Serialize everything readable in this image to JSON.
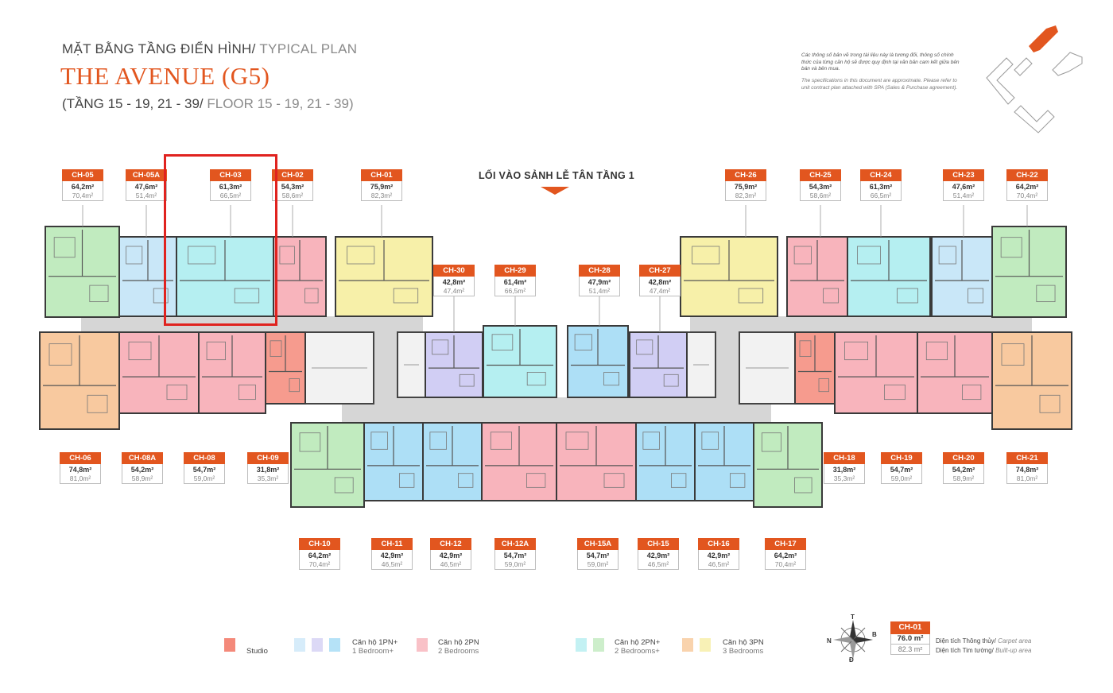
{
  "header": {
    "subtitle_vi": "MẶT BẰNG TẦNG ĐIỂN HÌNH/",
    "subtitle_en": " TYPICAL PLAN",
    "title": "THE AVENUE (G5)",
    "floors_vi": "(TẦNG 15 - 19, 21 - 39/",
    "floors_en": " FLOOR 15 - 19, 21 - 39)"
  },
  "disclaimer": {
    "vi": "Các thông số bản vẽ trong tài liệu này là tương đối, thông số chính thức của từng căn hộ sẽ được quy định tại văn bản cam kết giữa bên bán và bên mua.",
    "en": "The specifications in this document are approximate. Please refer to unit contract plan attached with SPA (Sales & Purchase agreement)."
  },
  "entrance": "LỐI VÀO SẢNH LỄ TÂN TẦNG 1",
  "colors": {
    "accent": "#e2561f",
    "highlight": "#e0231f",
    "studio": "#f4897a",
    "one_bed": "#bfe3f7",
    "one_bed_alt": "#c9c6f2",
    "one_bed_alt2": "#9fd9f4",
    "two_bed": "#f7a7b0",
    "two_bed_plus": "#a8ecef",
    "two_bed_plus_alt": "#b6e8b4",
    "three_bed": "#f7c08e",
    "three_bed_alt": "#f6ed9a",
    "corridor": "#d6d6d6"
  },
  "units": [
    {
      "code": "CH-05",
      "carpet": "64,2m²",
      "built": "70,4m²",
      "type": "two_bed_plus_alt"
    },
    {
      "code": "CH-05A",
      "carpet": "47,6m²",
      "built": "51,4m²",
      "type": "one_bed"
    },
    {
      "code": "CH-03",
      "carpet": "61,3m²",
      "built": "66,5m²",
      "type": "two_bed_plus"
    },
    {
      "code": "CH-02",
      "carpet": "54,3m²",
      "built": "58,6m²",
      "type": "two_bed"
    },
    {
      "code": "CH-01",
      "carpet": "75,9m²",
      "built": "82,3m²",
      "type": "three_bed_alt"
    },
    {
      "code": "CH-26",
      "carpet": "75,9m²",
      "built": "82,3m²",
      "type": "three_bed_alt"
    },
    {
      "code": "CH-25",
      "carpet": "54,3m²",
      "built": "58,6m²",
      "type": "two_bed"
    },
    {
      "code": "CH-24",
      "carpet": "61,3m²",
      "built": "66,5m²",
      "type": "two_bed_plus"
    },
    {
      "code": "CH-23",
      "carpet": "47,6m²",
      "built": "51,4m²",
      "type": "one_bed"
    },
    {
      "code": "CH-22",
      "carpet": "64,2m²",
      "built": "70,4m²",
      "type": "two_bed_plus_alt"
    },
    {
      "code": "CH-30",
      "carpet": "42,8m²",
      "built": "47,4m²",
      "type": "one_bed_alt"
    },
    {
      "code": "CH-29",
      "carpet": "61,4m²",
      "built": "66,5m²",
      "type": "two_bed_plus"
    },
    {
      "code": "CH-28",
      "carpet": "47,9m²",
      "built": "51,4m²",
      "type": "one_bed_alt2"
    },
    {
      "code": "CH-27",
      "carpet": "42,8m²",
      "built": "47,4m²",
      "type": "one_bed_alt"
    },
    {
      "code": "CH-06",
      "carpet": "74,8m²",
      "built": "81,0m²",
      "type": "three_bed"
    },
    {
      "code": "CH-08A",
      "carpet": "54,2m²",
      "built": "58,9m²",
      "type": "two_bed"
    },
    {
      "code": "CH-08",
      "carpet": "54,7m²",
      "built": "59,0m²",
      "type": "two_bed"
    },
    {
      "code": "CH-09",
      "carpet": "31,8m²",
      "built": "35,3m²",
      "type": "studio"
    },
    {
      "code": "CH-18",
      "carpet": "31,8m²",
      "built": "35,3m²",
      "type": "studio"
    },
    {
      "code": "CH-19",
      "carpet": "54,7m²",
      "built": "59,0m²",
      "type": "two_bed"
    },
    {
      "code": "CH-20",
      "carpet": "54,2m²",
      "built": "58,9m²",
      "type": "two_bed"
    },
    {
      "code": "CH-21",
      "carpet": "74,8m²",
      "built": "81,0m²",
      "type": "three_bed"
    },
    {
      "code": "CH-10",
      "carpet": "64,2m²",
      "built": "70,4m²",
      "type": "two_bed_plus_alt"
    },
    {
      "code": "CH-11",
      "carpet": "42,9m²",
      "built": "46,5m²",
      "type": "one_bed_alt2"
    },
    {
      "code": "CH-12",
      "carpet": "42,9m²",
      "built": "46,5m²",
      "type": "one_bed_alt2"
    },
    {
      "code": "CH-12A",
      "carpet": "54,7m²",
      "built": "59,0m²",
      "type": "two_bed"
    },
    {
      "code": "CH-15A",
      "carpet": "54,7m²",
      "built": "59,0m²",
      "type": "two_bed"
    },
    {
      "code": "CH-15",
      "carpet": "42,9m²",
      "built": "46,5m²",
      "type": "one_bed_alt2"
    },
    {
      "code": "CH-16",
      "carpet": "42,9m²",
      "built": "46,5m²",
      "type": "one_bed_alt2"
    },
    {
      "code": "CH-17",
      "carpet": "64,2m²",
      "built": "70,4m²",
      "type": "two_bed_plus_alt"
    }
  ],
  "legend": {
    "studio": "Studio",
    "one_bed_vi": "Căn hộ 1PN+",
    "one_bed_en": "1 Bedroom+",
    "two_bed_vi": "Căn hộ 2PN",
    "two_bed_en": "2 Bedrooms",
    "two_bed_plus_vi": "Căn hộ 2PN+",
    "two_bed_plus_en": "2 Bedrooms+",
    "three_bed_vi": "Căn hộ 3PN",
    "three_bed_en": "3 Bedrooms"
  },
  "compass": {
    "north": "T",
    "east": "B",
    "west": "N",
    "south": "Đ"
  },
  "key": {
    "code": "CH-01",
    "carpet": "76.0 m²",
    "built": "82.3 m²",
    "carpet_vi": "Diện tích Thông thủy/",
    "carpet_en": " Carpet area",
    "built_vi": "Diện tích Tim tường/",
    "built_en": " Built-up area"
  }
}
